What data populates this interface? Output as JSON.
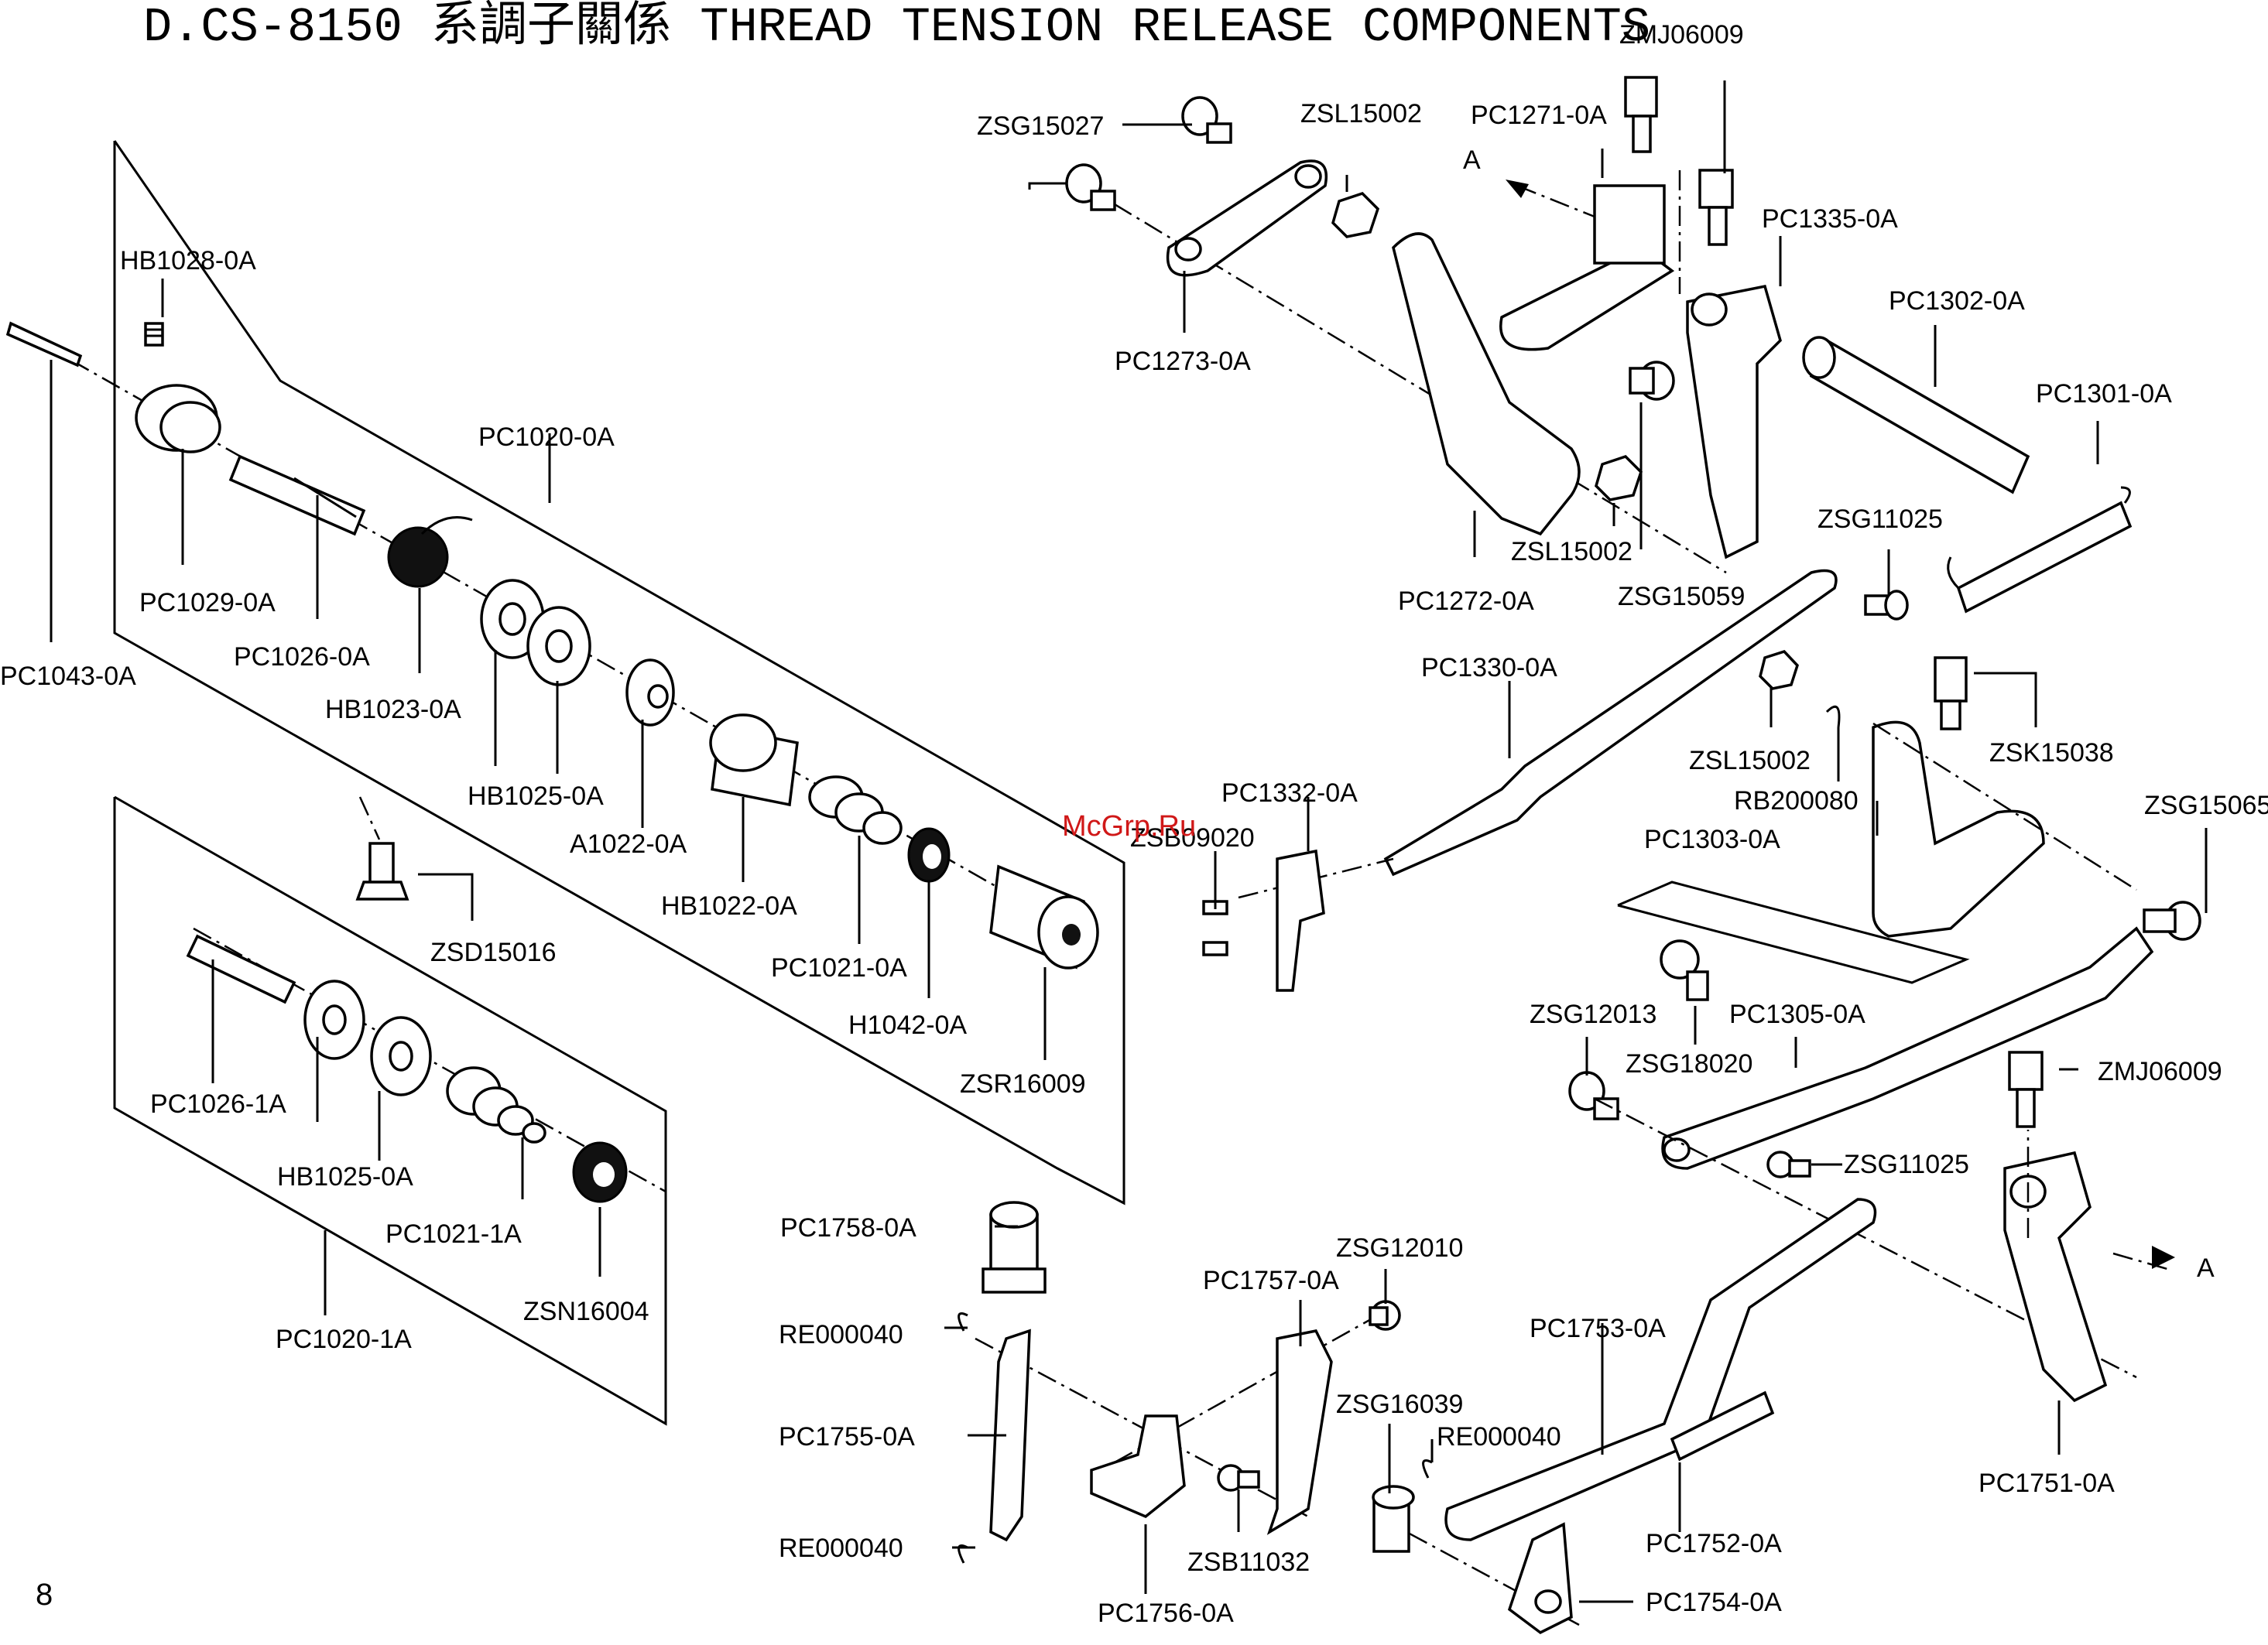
{
  "title": "D.CS-8150 系調子關係 THREAD TENSION RELEASE COMPONENTS",
  "page_number": "8",
  "watermark": "McGrp.Ru",
  "view_marker": "A",
  "labels": {
    "hb1028": "HB1028-0A",
    "pc1043": "PC1043-0A",
    "pc1029": "PC1029-0A",
    "pc1026": "PC1026-0A",
    "hb1023": "HB1023-0A",
    "pc1020": "PC1020-0A",
    "hb1025": "HB1025-0A",
    "a1022": "A1022-0A",
    "hb1022": "HB1022-0A",
    "pc1021": "PC1021-0A",
    "h1042": "H1042-0A",
    "zsr16009": "ZSR16009",
    "zsd15016": "ZSD15016",
    "pc1026_1a": "PC1026-1A",
    "hb1025_b": "HB1025-0A",
    "pc1021_1a": "PC1021-1A",
    "zsn16004": "ZSN16004",
    "pc1020_1a": "PC1020-1A",
    "zsg15027": "ZSG15027",
    "pc1273": "PC1273-0A",
    "zsl15002_a": "ZSL15002",
    "pc1271": "PC1271-0A",
    "zmj06009_a": "ZMJ06009",
    "pc1335": "PC1335-0A",
    "pc1302": "PC1302-0A",
    "pc1272": "PC1272-0A",
    "zsl15002_b": "ZSL15002",
    "zsg15059": "ZSG15059",
    "pc1301": "PC1301-0A",
    "zsg11025_a": "ZSG11025",
    "pc1330": "PC1330-0A",
    "pc1332": "PC1332-0A",
    "zsb09020": "ZSB09020",
    "zsl15002_c": "ZSL15002",
    "rb200080": "RB200080",
    "pc1303": "PC1303-0A",
    "zsk15038": "ZSK15038",
    "zsg15065": "ZSG15065",
    "zsg12013": "ZSG12013",
    "zsg18020": "ZSG18020",
    "pc1305": "PC1305-0A",
    "zmj06009_b": "ZMJ06009",
    "zsg11025_b": "ZSG11025",
    "pc1751": "PC1751-0A",
    "pc1758": "PC1758-0A",
    "re000040_a": "RE000040",
    "pc1755": "PC1755-0A",
    "re000040_b": "RE000040",
    "pc1756": "PC1756-0A",
    "pc1757": "PC1757-0A",
    "zsg12010": "ZSG12010",
    "zsg16039": "ZSG16039",
    "re000040_c": "RE000040",
    "zsb11032": "ZSB11032",
    "pc1753": "PC1753-0A",
    "pc1752": "PC1752-0A",
    "pc1754": "PC1754-0A"
  }
}
